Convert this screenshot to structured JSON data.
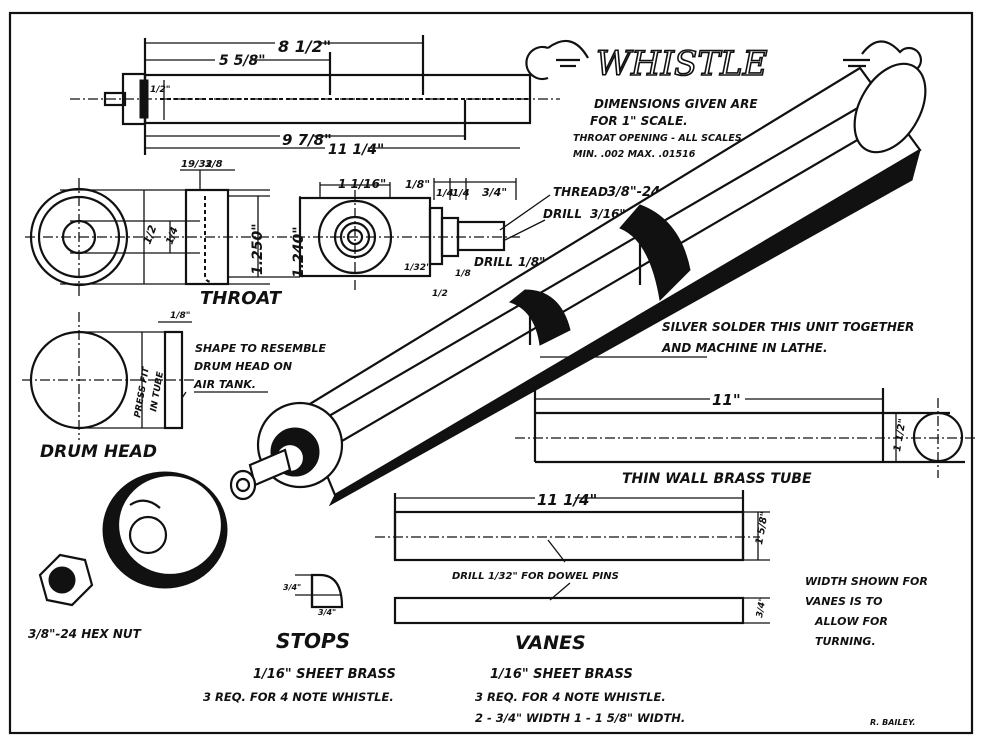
{
  "title": "WHISTLE",
  "notes": {
    "scale_line1": "DIMENSIONS GIVEN ARE",
    "scale_line2": "FOR 1\" SCALE.",
    "throat_line1": "THROAT OPENING - ALL SCALES",
    "throat_line2": "MIN. .002  MAX. .01516",
    "solder_line1": "SILVER SOLDER THIS UNIT TOGETHER",
    "solder_line2": "AND MACHINE IN LATHE.",
    "drum_note_line1": "SHAPE TO RESEMBLE",
    "drum_note_line2": "DRUM HEAD ON",
    "drum_note_line3": "AIR TANK.",
    "press_fit_line1": "PRESS FIT",
    "press_fit_line2": "IN TUBE",
    "vane_width_line1": "WIDTH SHOWN FOR",
    "vane_width_line2": "VANES IS TO",
    "vane_width_line3": "ALLOW FOR",
    "vane_width_line4": "TURNING.",
    "dowel_note": "DRILL 1/32\" FOR DOWEL PINS",
    "signature": "R. BAILEY."
  },
  "assembly_dims": {
    "d_8_1_2": "8 1/2\"",
    "d_5_5_8": "5 5/8\"",
    "d_9_7_8": "9 7/8\"",
    "d_11_1_4": "11 1/4\"",
    "d_small": "1/2\""
  },
  "throat": {
    "label": "THROAT",
    "d_19_32": "19/32",
    "d_3_8": "3/8",
    "d_1_half": "1/2",
    "d_1_4": "1/4",
    "d_1250": "1.250\"",
    "d_1240": "1.240\"",
    "d_1_1_16": "1 1/16\"",
    "d_1_8": "1/8\"",
    "d_q1": "1/4",
    "d_q2": "1/4",
    "d_q3": "3/4\"",
    "d_1_32": "1/32\"",
    "d_1_2b": "1/2",
    "d_1_8b": "1/8",
    "thread_label": "THREAD",
    "thread_value": "3/8\"-24",
    "drill_label": "DRILL",
    "drill_value": "3/16\"",
    "drill2_label": "DRILL",
    "drill2_value": "1/8\""
  },
  "drum_head": {
    "label": "DRUM HEAD",
    "dim": "1/8\""
  },
  "tube": {
    "label": "THIN WALL BRASS TUBE",
    "length": "11\"",
    "diameter": "1 1/2\""
  },
  "vanes": {
    "label": "VANES",
    "length": "11 1/4\"",
    "width_wide": "1 5/8\"",
    "width_narrow": "3/4\"",
    "material": "1/16\" SHEET BRASS",
    "req": "3 REQ. FOR 4 NOTE WHISTLE.",
    "widths": "2 - 3/4\" WIDTH    1 - 1 5/8\" WIDTH."
  },
  "stops": {
    "label": "STOPS",
    "dim1": "3/4\"",
    "dim2": "3/4\"",
    "material": "1/16\" SHEET BRASS",
    "req": "3 REQ. FOR 4 NOTE WHISTLE."
  },
  "hex_nut": {
    "label": "3/8\"-24 HEX NUT"
  }
}
